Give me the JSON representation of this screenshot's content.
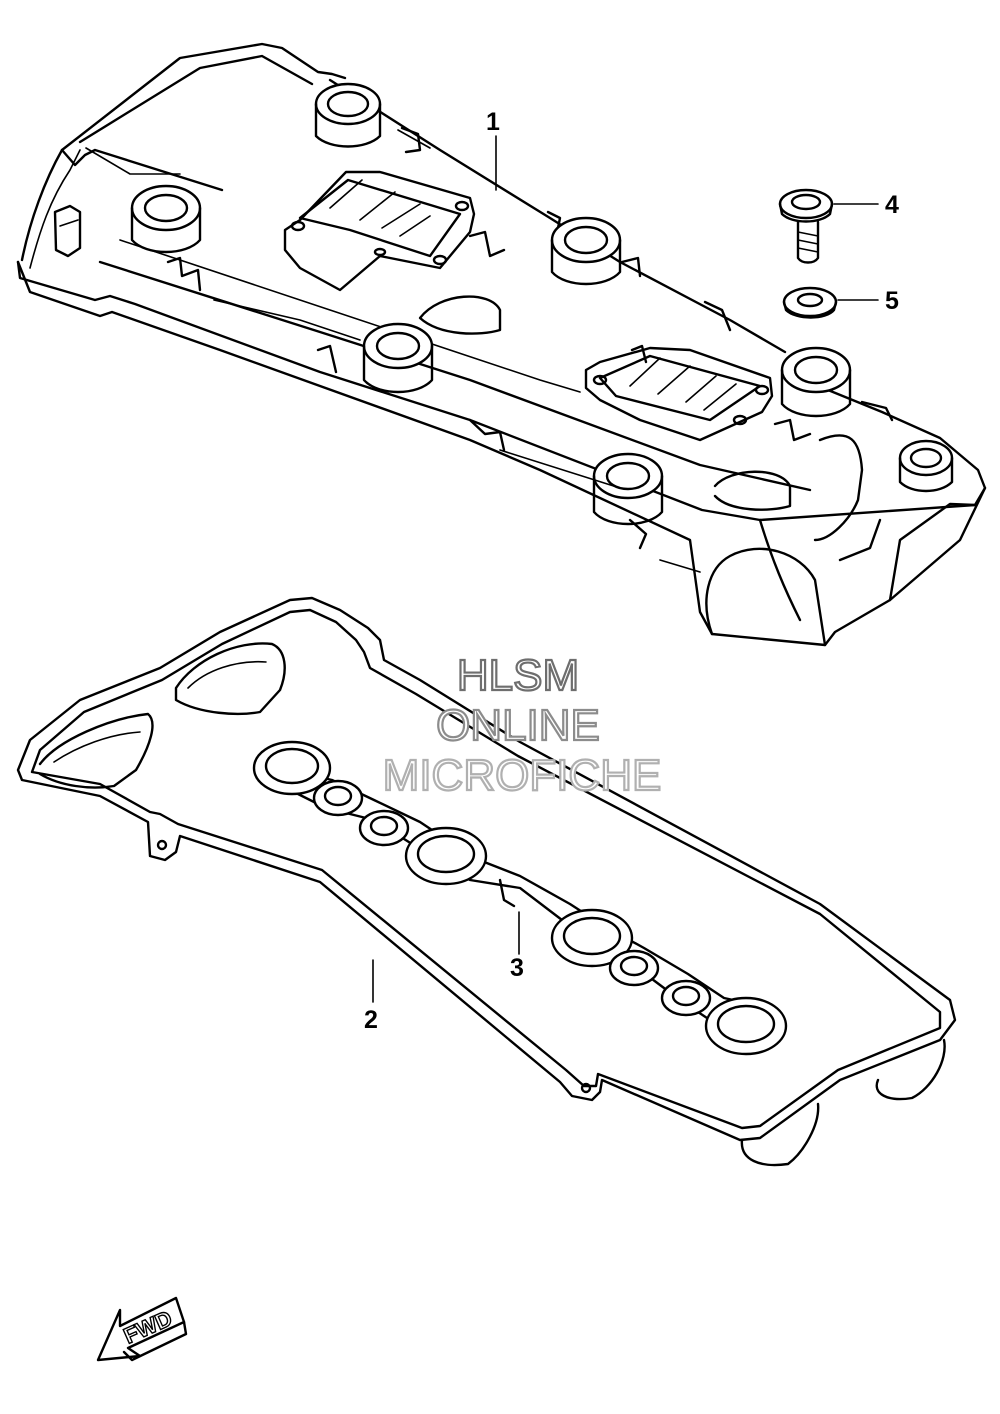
{
  "callouts": [
    {
      "id": "1",
      "label": "1"
    },
    {
      "id": "2",
      "label": "2"
    },
    {
      "id": "3",
      "label": "3"
    },
    {
      "id": "4",
      "label": "4"
    },
    {
      "id": "5",
      "label": "5"
    }
  ],
  "watermark": {
    "line1": "HLSM",
    "line2": "ONLINE",
    "line3": "MICROFICHE",
    "color_line1": "#6e6e6e",
    "color_line2": "#8c8c8c",
    "color_line3": "#b0b0b0"
  },
  "direction_arrow": {
    "label": "FWD"
  },
  "parts": {
    "part1": "cylinder-head-cover",
    "part2": "cover-gasket",
    "part3": "spark-plug-well-gasket",
    "part4": "cover-bolt",
    "part5": "bolt-seal-washer"
  }
}
